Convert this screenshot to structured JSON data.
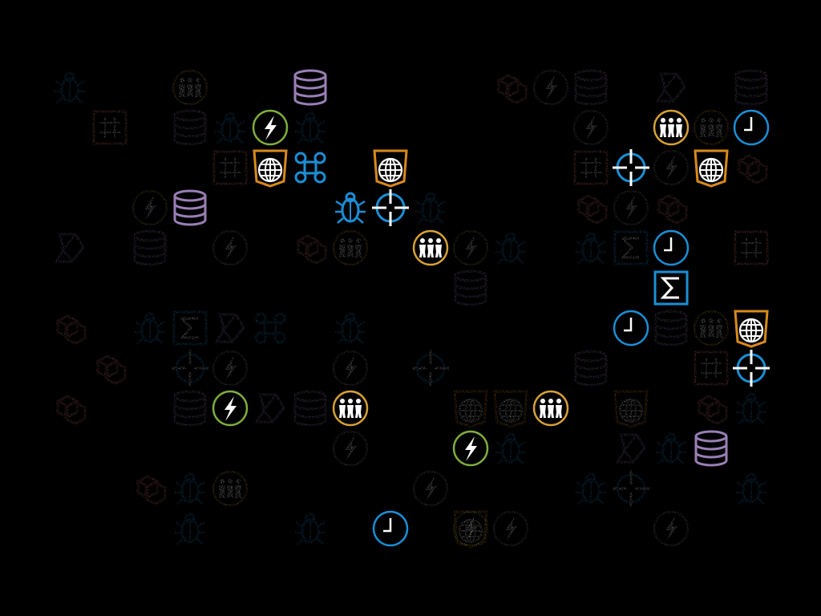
{
  "game": {
    "title": "",
    "colors": {
      "background": "#000000",
      "blue": "#1a8fd6",
      "orange": "#d98a1c",
      "purple": "#9a7fb6",
      "green": "#7fae3e",
      "gold": "#d8a233",
      "salmon": "#e07575",
      "gray": "#8a8a8a",
      "white": "#ffffff"
    },
    "tiles": [
      {
        "icon": "crosshair-icon",
        "color": "blue",
        "state": "active"
      },
      {
        "icon": "clock-icon",
        "color": "blue",
        "state": "active"
      },
      {
        "icon": "bug-icon",
        "color": "blue",
        "state": "active"
      },
      {
        "icon": "command-icon",
        "color": "blue",
        "state": "active"
      },
      {
        "icon": "globe-badge-icon",
        "color": "orange",
        "state": "active"
      },
      {
        "icon": "globe-badge-icon",
        "color": "orange",
        "state": "active"
      },
      {
        "icon": "globe-badge-icon",
        "color": "orange",
        "state": "active"
      },
      {
        "icon": "globe-badge-icon",
        "color": "orange",
        "state": "active"
      },
      {
        "icon": "database-icon",
        "color": "purple",
        "state": "active"
      },
      {
        "icon": "database-icon",
        "color": "purple",
        "state": "active"
      },
      {
        "icon": "database-icon",
        "color": "purple",
        "state": "active"
      },
      {
        "icon": "lightning-icon",
        "color": "green",
        "state": "active"
      },
      {
        "icon": "lightning-icon",
        "color": "green",
        "state": "active"
      },
      {
        "icon": "lightning-icon",
        "color": "green",
        "state": "active"
      },
      {
        "icon": "people-icon",
        "color": "gold",
        "state": "active"
      },
      {
        "icon": "people-icon",
        "color": "gold",
        "state": "active"
      },
      {
        "icon": "people-icon",
        "color": "gold",
        "state": "active"
      },
      {
        "icon": "people-icon",
        "color": "gold",
        "state": "active"
      },
      {
        "icon": "sigma-icon",
        "color": "blue",
        "state": "active"
      },
      {
        "icon": "crosshair-icon",
        "color": "blue",
        "state": "active"
      },
      {
        "icon": "clock-icon",
        "color": "blue",
        "state": "active"
      },
      {
        "icon": "clock-icon",
        "color": "blue",
        "state": "active"
      },
      {
        "icon": "clock-icon",
        "color": "blue",
        "state": "active"
      },
      {
        "icon": "crosshair-icon",
        "color": "blue",
        "state": "active"
      },
      {
        "icon": "crosshair-icon",
        "color": "blue",
        "state": "faded"
      },
      {
        "icon": "crosshair-icon",
        "color": "blue",
        "state": "faded"
      },
      {
        "icon": "crosshair-icon",
        "color": "blue",
        "state": "faded"
      },
      {
        "icon": "command-icon",
        "color": "blue",
        "state": "faded"
      },
      {
        "icon": "sigma-icon",
        "color": "blue",
        "state": "faded"
      },
      {
        "icon": "sigma-icon",
        "color": "blue",
        "state": "faded"
      },
      {
        "icon": "lightning-icon",
        "color": "green",
        "state": "faded"
      },
      {
        "icon": "lightning-icon",
        "color": "green",
        "state": "faded"
      },
      {
        "icon": "lightning-icon",
        "color": "gray",
        "state": "faded"
      },
      {
        "icon": "lightning-icon",
        "color": "gray",
        "state": "faded"
      },
      {
        "icon": "lightning-icon",
        "color": "gray",
        "state": "faded"
      },
      {
        "icon": "lightning-icon",
        "color": "gray",
        "state": "faded"
      },
      {
        "icon": "lightning-icon",
        "color": "gray",
        "state": "faded"
      },
      {
        "icon": "lightning-icon",
        "color": "gray",
        "state": "faded"
      },
      {
        "icon": "lightning-icon",
        "color": "gray",
        "state": "faded"
      },
      {
        "icon": "lightning-icon",
        "color": "gray",
        "state": "faded"
      },
      {
        "icon": "lightning-icon",
        "color": "gray",
        "state": "faded"
      },
      {
        "icon": "lightning-icon",
        "color": "gray",
        "state": "faded"
      },
      {
        "icon": "lightning-icon",
        "color": "gray",
        "state": "faded"
      },
      {
        "icon": "lightning-icon",
        "color": "green",
        "state": "faded"
      },
      {
        "icon": "database-icon",
        "color": "purple",
        "state": "faded"
      },
      {
        "icon": "database-icon",
        "color": "purple",
        "state": "faded"
      },
      {
        "icon": "database-icon",
        "color": "purple",
        "state": "faded"
      },
      {
        "icon": "database-icon",
        "color": "purple",
        "state": "faded"
      },
      {
        "icon": "database-icon",
        "color": "purple",
        "state": "faded"
      },
      {
        "icon": "database-icon",
        "color": "purple",
        "state": "faded"
      },
      {
        "icon": "database-icon",
        "color": "purple",
        "state": "faded"
      },
      {
        "icon": "database-icon",
        "color": "purple",
        "state": "faded"
      },
      {
        "icon": "database-icon",
        "color": "purple",
        "state": "faded"
      },
      {
        "icon": "scroll-icon",
        "color": "purple",
        "state": "faded"
      },
      {
        "icon": "scroll-icon",
        "color": "purple",
        "state": "faded"
      },
      {
        "icon": "scroll-icon",
        "color": "purple",
        "state": "faded"
      },
      {
        "icon": "scroll-icon",
        "color": "purple",
        "state": "faded"
      },
      {
        "icon": "scroll-icon",
        "color": "purple",
        "state": "faded"
      },
      {
        "icon": "people-icon",
        "color": "gold",
        "state": "faded"
      },
      {
        "icon": "people-icon",
        "color": "gold",
        "state": "faded"
      },
      {
        "icon": "people-icon",
        "color": "gold",
        "state": "faded"
      },
      {
        "icon": "people-icon",
        "color": "gold",
        "state": "faded"
      },
      {
        "icon": "people-icon",
        "color": "gold",
        "state": "faded"
      },
      {
        "icon": "globe-badge-icon",
        "color": "orange",
        "state": "faded"
      },
      {
        "icon": "globe-badge-icon",
        "color": "orange",
        "state": "faded"
      },
      {
        "icon": "globe-badge-icon",
        "color": "orange",
        "state": "faded"
      },
      {
        "icon": "globe-badge-icon",
        "color": "orange",
        "state": "faded"
      },
      {
        "icon": "cubes-icon",
        "color": "salmon",
        "state": "faded"
      },
      {
        "icon": "cubes-icon",
        "color": "salmon",
        "state": "faded"
      },
      {
        "icon": "cubes-icon",
        "color": "salmon",
        "state": "faded"
      },
      {
        "icon": "cubes-icon",
        "color": "salmon",
        "state": "faded"
      },
      {
        "icon": "cubes-icon",
        "color": "salmon",
        "state": "faded"
      },
      {
        "icon": "cubes-icon",
        "color": "salmon",
        "state": "faded"
      },
      {
        "icon": "cubes-icon",
        "color": "salmon",
        "state": "faded"
      },
      {
        "icon": "cubes-icon",
        "color": "salmon",
        "state": "faded"
      },
      {
        "icon": "cubes-icon",
        "color": "salmon",
        "state": "faded"
      },
      {
        "icon": "cubes-icon",
        "color": "salmon",
        "state": "faded"
      },
      {
        "icon": "grid-box-icon",
        "color": "salmon",
        "state": "faded"
      },
      {
        "icon": "grid-box-icon",
        "color": "salmon",
        "state": "faded"
      },
      {
        "icon": "grid-box-icon",
        "color": "salmon",
        "state": "faded"
      },
      {
        "icon": "grid-box-icon",
        "color": "salmon",
        "state": "faded"
      },
      {
        "icon": "grid-box-icon",
        "color": "salmon",
        "state": "faded"
      },
      {
        "icon": "bug-icon",
        "color": "blue",
        "state": "faded"
      },
      {
        "icon": "bug-icon",
        "color": "blue",
        "state": "faded"
      },
      {
        "icon": "bug-icon",
        "color": "blue",
        "state": "faded"
      },
      {
        "icon": "bug-icon",
        "color": "blue",
        "state": "faded"
      },
      {
        "icon": "bug-icon",
        "color": "blue",
        "state": "faded"
      },
      {
        "icon": "bug-icon",
        "color": "blue",
        "state": "faded"
      },
      {
        "icon": "bug-icon",
        "color": "blue",
        "state": "faded"
      },
      {
        "icon": "bug-icon",
        "color": "blue",
        "state": "faded"
      },
      {
        "icon": "bug-icon",
        "color": "blue",
        "state": "faded"
      },
      {
        "icon": "bug-icon",
        "color": "blue",
        "state": "faded"
      },
      {
        "icon": "bug-icon",
        "color": "blue",
        "state": "faded"
      },
      {
        "icon": "bug-icon",
        "color": "blue",
        "state": "faded"
      },
      {
        "icon": "bug-icon",
        "color": "blue",
        "state": "faded"
      },
      {
        "icon": "bug-icon",
        "color": "blue",
        "state": "faded"
      },
      {
        "icon": "bug-icon",
        "color": "blue",
        "state": "faded"
      },
      {
        "icon": "bug-icon",
        "color": "blue",
        "state": "faded"
      },
      {
        "icon": "bug-icon",
        "color": "blue",
        "state": "faded"
      },
      {
        "icon": "bug-icon",
        "color": "blue",
        "state": "faded"
      }
    ]
  }
}
